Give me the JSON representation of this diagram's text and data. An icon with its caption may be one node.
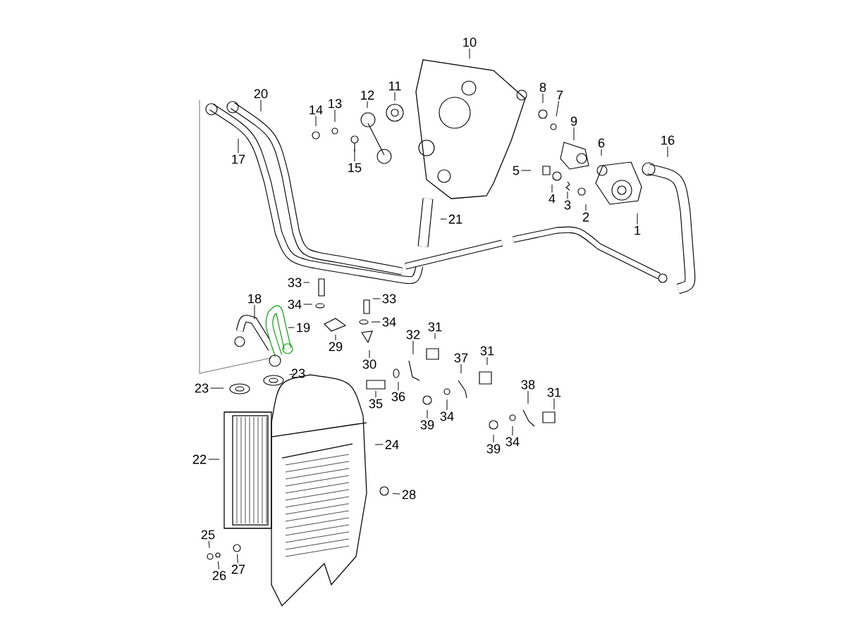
{
  "diagram": {
    "nodes": [
      {
        "text": [
          "10"
        ]
      },
      {
        "text": [
          "11"
        ]
      },
      {
        "text": [
          "8"
        ]
      },
      {
        "text": [
          "20"
        ]
      },
      {
        "text": [
          "12"
        ]
      },
      {
        "text": [
          "7"
        ]
      },
      {
        "text": [
          "13"
        ]
      },
      {
        "text": [
          "14"
        ]
      },
      {
        "text": [
          "9"
        ]
      },
      {
        "text": [
          "16"
        ]
      },
      {
        "text": [
          "6"
        ]
      },
      {
        "text": [
          "17"
        ]
      },
      {
        "text": [
          "15"
        ]
      },
      {
        "text": [
          "5"
        ]
      },
      {
        "text": [
          "4"
        ]
      },
      {
        "text": [
          "3"
        ]
      },
      {
        "text": [
          "2"
        ]
      },
      {
        "text": [
          "21"
        ]
      },
      {
        "text": [
          "1"
        ]
      },
      {
        "text": [
          "33"
        ]
      },
      {
        "text": [
          "33"
        ]
      },
      {
        "text": [
          "18"
        ]
      },
      {
        "text": [
          "34"
        ]
      },
      {
        "text": [
          "34"
        ]
      },
      {
        "text": [
          "31"
        ]
      },
      {
        "text": [
          "19"
        ]
      },
      {
        "text": [
          "32"
        ]
      },
      {
        "text": [
          "29"
        ]
      },
      {
        "text": [
          "31"
        ]
      },
      {
        "text": [
          "37"
        ]
      },
      {
        "text": [
          "30"
        ]
      },
      {
        "text": [
          "23"
        ]
      },
      {
        "text": [
          "38"
        ]
      },
      {
        "text": [
          "23"
        ]
      },
      {
        "text": [
          "31"
        ]
      },
      {
        "text": [
          "36"
        ]
      },
      {
        "text": [
          "35"
        ]
      },
      {
        "text": [
          "34"
        ]
      },
      {
        "text": [
          "39"
        ]
      },
      {
        "text": [
          "34"
        ]
      },
      {
        "text": [
          "24"
        ]
      },
      {
        "text": [
          "39"
        ]
      },
      {
        "text": [
          "22"
        ]
      },
      {
        "text": [
          "28"
        ]
      },
      {
        "text": [
          "25"
        ]
      },
      {
        "text": [
          "27"
        ]
      },
      {
        "text": [
          "26"
        ]
      }
    ],
    "edges": [
      {
        "from": 0,
        "to": null,
        "arrow": "none"
      },
      {
        "from": 1,
        "to": null,
        "arrow": "none"
      },
      {
        "from": 2,
        "to": null,
        "arrow": "none"
      },
      {
        "from": 3,
        "to": null,
        "arrow": "none"
      },
      {
        "from": 4,
        "to": null,
        "arrow": "none"
      },
      {
        "from": 5,
        "to": null,
        "arrow": "none"
      },
      {
        "from": 6,
        "to": null,
        "arrow": "none"
      },
      {
        "from": 7,
        "to": null,
        "arrow": "none"
      },
      {
        "from": 8,
        "to": null,
        "arrow": "none"
      },
      {
        "from": 9,
        "to": null,
        "arrow": "none"
      },
      {
        "from": 10,
        "to": null,
        "arrow": "none"
      },
      {
        "from": 11,
        "to": null,
        "arrow": "none"
      },
      {
        "from": 12,
        "to": null,
        "arrow": "none"
      },
      {
        "from": 13,
        "to": null,
        "arrow": "none"
      },
      {
        "from": 14,
        "to": null,
        "arrow": "none"
      },
      {
        "from": 15,
        "to": null,
        "arrow": "none"
      },
      {
        "from": 16,
        "to": null,
        "arrow": "none"
      },
      {
        "from": 17,
        "to": null,
        "arrow": "none"
      },
      {
        "from": 18,
        "to": null,
        "arrow": "none"
      },
      {
        "from": 19,
        "to": null,
        "arrow": "none"
      },
      {
        "from": 20,
        "to": null,
        "arrow": "none"
      },
      {
        "from": 21,
        "to": null,
        "arrow": "none"
      },
      {
        "from": 22,
        "to": null,
        "arrow": "none"
      },
      {
        "from": 23,
        "to": null,
        "arrow": "none"
      },
      {
        "from": 24,
        "to": null,
        "arrow": "none"
      },
      {
        "from": 25,
        "to": null,
        "arrow": "none"
      },
      {
        "from": 26,
        "to": null,
        "arrow": "none"
      },
      {
        "from": 27,
        "to": null,
        "arrow": "none"
      },
      {
        "from": 28,
        "to": null,
        "arrow": "none"
      },
      {
        "from": 29,
        "to": null,
        "arrow": "none"
      },
      {
        "from": 30,
        "to": null,
        "arrow": "none"
      },
      {
        "from": 31,
        "to": null,
        "arrow": "none"
      },
      {
        "from": 32,
        "to": null,
        "arrow": "none"
      },
      {
        "from": 33,
        "to": null,
        "arrow": "none"
      },
      {
        "from": 34,
        "to": null,
        "arrow": "none"
      },
      {
        "from": 35,
        "to": null,
        "arrow": "none"
      },
      {
        "from": 36,
        "to": null,
        "arrow": "none"
      },
      {
        "from": 37,
        "to": null,
        "arrow": "none"
      },
      {
        "from": 38,
        "to": null,
        "arrow": "none"
      },
      {
        "from": 39,
        "to": null,
        "arrow": "none"
      },
      {
        "from": 40,
        "to": null,
        "arrow": "none"
      },
      {
        "from": 41,
        "to": null,
        "arrow": "none"
      },
      {
        "from": 42,
        "to": null,
        "arrow": "none"
      },
      {
        "from": 43,
        "to": null,
        "arrow": "none"
      },
      {
        "from": 44,
        "to": null,
        "arrow": "none"
      },
      {
        "from": 45,
        "to": null,
        "arrow": "none"
      },
      {
        "from": 46,
        "to": null,
        "arrow": "none"
      }
    ]
  }
}
